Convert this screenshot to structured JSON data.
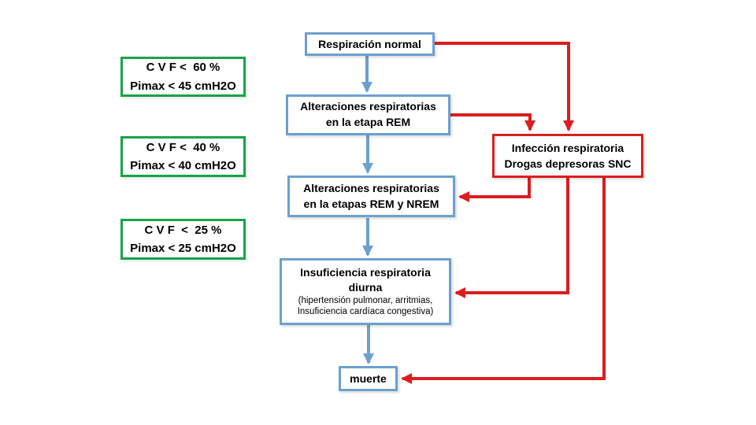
{
  "colors": {
    "box_blue": "#6ca0cf",
    "box_green": "#17a34a",
    "box_red": "#da1e1e",
    "text": "#000000",
    "background": "#ffffff"
  },
  "flow": {
    "stages": [
      {
        "label": "Respiración normal"
      },
      {
        "label": "Alteraciones respiratorias\nen la etapa REM"
      },
      {
        "label": "Alteraciones respiratorias\nen la etapas REM y NREM"
      },
      {
        "label": "Insuficiencia respiratoria\ndiurna",
        "detail": "(hipertensión pulmonar, arritmias,\nInsuficiencia cardíaca congestiva)"
      },
      {
        "label": "muerte"
      }
    ]
  },
  "criteria": [
    {
      "line1": "C V F <  60 %",
      "line2": "Pimax < 45 cmH2O"
    },
    {
      "line1": "C V F <  40 %",
      "line2": "Pimax < 40 cmH2O"
    },
    {
      "line1": "C V F  <  25 %",
      "line2": "Pimax < 25 cmH2O"
    }
  ],
  "trigger": {
    "line1": "Infección respiratoria",
    "line2": "Drogas depresoras SNC"
  }
}
